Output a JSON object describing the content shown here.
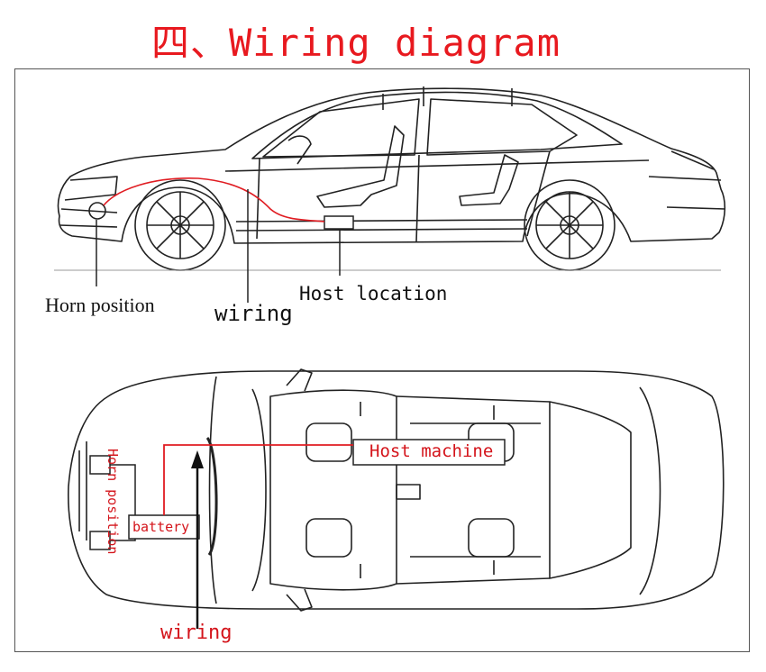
{
  "title": "四、Wiring diagram",
  "side_view": {
    "horn_label": "Horn position",
    "wiring_label": "wiring",
    "host_label": "Host location"
  },
  "top_view": {
    "horn_label": "Horn position",
    "battery_label": "battery",
    "host_label": "Host machine",
    "wiring_label": "wiring"
  },
  "colors": {
    "title": "#e8191f",
    "wire": "#e01c22",
    "line_art": "#222222"
  }
}
